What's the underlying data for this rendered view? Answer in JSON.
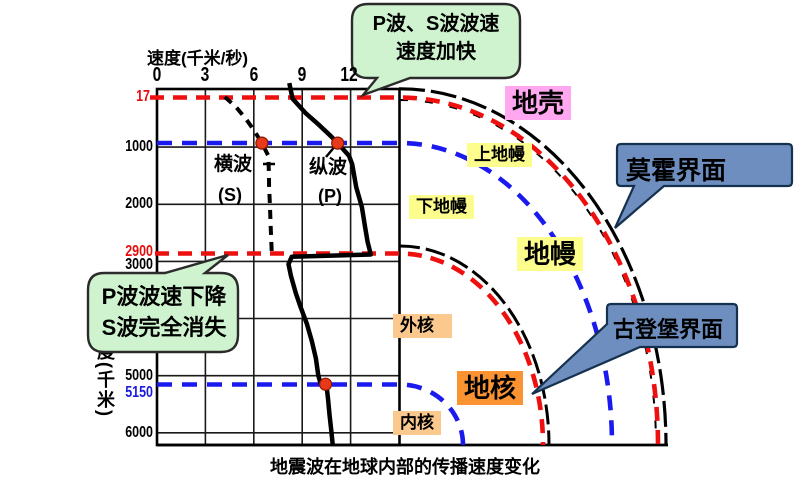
{
  "figure": {
    "caption": "地震波在地球内部的传播速度变化"
  },
  "axis": {
    "x_title": "速度(千米/秒)",
    "x_ticks": [
      "0",
      "3",
      "6",
      "9",
      "12"
    ],
    "y_ticks": [
      "1000",
      "2000",
      "3000",
      "5000",
      "6000"
    ],
    "y_axis_label": "深度(千米)",
    "moho_depth_label": "17",
    "gutenberg_depth_label": "2900",
    "inner_core_depth_label": "5150"
  },
  "curve_labels": {
    "s_name": "横波",
    "s_symbol": "(S)",
    "p_name": "纵波",
    "p_symbol": "(P)"
  },
  "layers": {
    "crust": "地壳",
    "upper_mantle": "上地幔",
    "lower_mantle": "下地幔",
    "mantle": "地幔",
    "outer_core": "外核",
    "inner_core": "内核",
    "core": "地核"
  },
  "callouts": {
    "speed_up_line1": "P波、S波波速",
    "speed_up_line2": "速度加快",
    "speed_drop_line1": "P波波速下降",
    "speed_drop_line2": "S波完全消失",
    "moho": "莫霍界面",
    "gutenberg": "古登堡界面"
  },
  "colors": {
    "red_boundary": "#ee0f0f",
    "blue_boundary": "#1a1aee",
    "crust_label_bg": "#ffa8ef",
    "mantle_label_bg": "#fdfd8d",
    "outer_core_label_bg": "#fbc98e",
    "core_label_bg": "#fb9333",
    "green_callout_bg": "#cff3cf",
    "blue_callout_bg": "#6d8ebe",
    "dot_color": "#e8391b"
  },
  "chart_data": {
    "type": "line",
    "title": "地震波在地球内部的传播速度变化",
    "xlabel": "速度(千米/秒)",
    "ylabel": "深度(千米)",
    "x_range_velocity_km_s": [
      0,
      15
    ],
    "y_range_depth_km": [
      0,
      6220
    ],
    "x_tick_values": [
      0,
      3,
      6,
      9,
      12
    ],
    "y_tick_values": [
      1000,
      2000,
      3000,
      5000,
      6000
    ],
    "grid": true,
    "series": [
      {
        "name": "横波(S)",
        "style": "dashed",
        "points_depth_velocity": [
          [
            120,
            4.2
          ],
          [
            300,
            4.9
          ],
          [
            500,
            5.5
          ],
          [
            700,
            6.0
          ],
          [
            930,
            6.5
          ],
          [
            1150,
            6.9
          ],
          [
            1400,
            6.93
          ],
          [
            1700,
            6.95
          ],
          [
            2000,
            7.0
          ],
          [
            2400,
            7.05
          ],
          [
            2900,
            7.12
          ]
        ]
      },
      {
        "name": "纵波(P)",
        "style": "solid",
        "points_depth_velocity": [
          [
            -120,
            8.2
          ],
          [
            150,
            8.4
          ],
          [
            400,
            9.2
          ],
          [
            600,
            10.0
          ],
          [
            800,
            10.75
          ],
          [
            930,
            11.2
          ],
          [
            1150,
            11.9
          ],
          [
            1300,
            12.1
          ],
          [
            1700,
            12.35
          ],
          [
            2050,
            12.7
          ],
          [
            2400,
            12.9
          ],
          [
            2650,
            13.05
          ],
          [
            2880,
            13.25
          ],
          [
            2920,
            8.35
          ],
          [
            3050,
            8.15
          ],
          [
            3250,
            8.3
          ],
          [
            3550,
            8.6
          ],
          [
            3800,
            8.9
          ],
          [
            4100,
            9.3
          ],
          [
            4400,
            9.6
          ],
          [
            4700,
            9.85
          ],
          [
            5000,
            10.0
          ],
          [
            5140,
            10.15
          ],
          [
            5160,
            10.5
          ],
          [
            5400,
            10.6
          ],
          [
            5700,
            10.7
          ],
          [
            5950,
            10.8
          ],
          [
            6220,
            10.9
          ]
        ]
      }
    ],
    "highlight_dots_depth_velocity": [
      [
        930,
        6.5
      ],
      [
        930,
        11.2
      ],
      [
        5150,
        10.45
      ]
    ],
    "boundaries": [
      {
        "depth_km": 17,
        "label": "17",
        "name": "莫霍界面",
        "line_color": "#ee0f0f"
      },
      {
        "depth_km": 930,
        "label": "",
        "name": "上地幔/下地幔分界",
        "line_color": "#1a1aee"
      },
      {
        "depth_km": 2900,
        "label": "2900",
        "name": "古登堡界面",
        "line_color": "#ee0f0f"
      },
      {
        "depth_km": 5150,
        "label": "5150",
        "name": "外核/内核分界",
        "line_color": "#1a1aee"
      }
    ]
  }
}
